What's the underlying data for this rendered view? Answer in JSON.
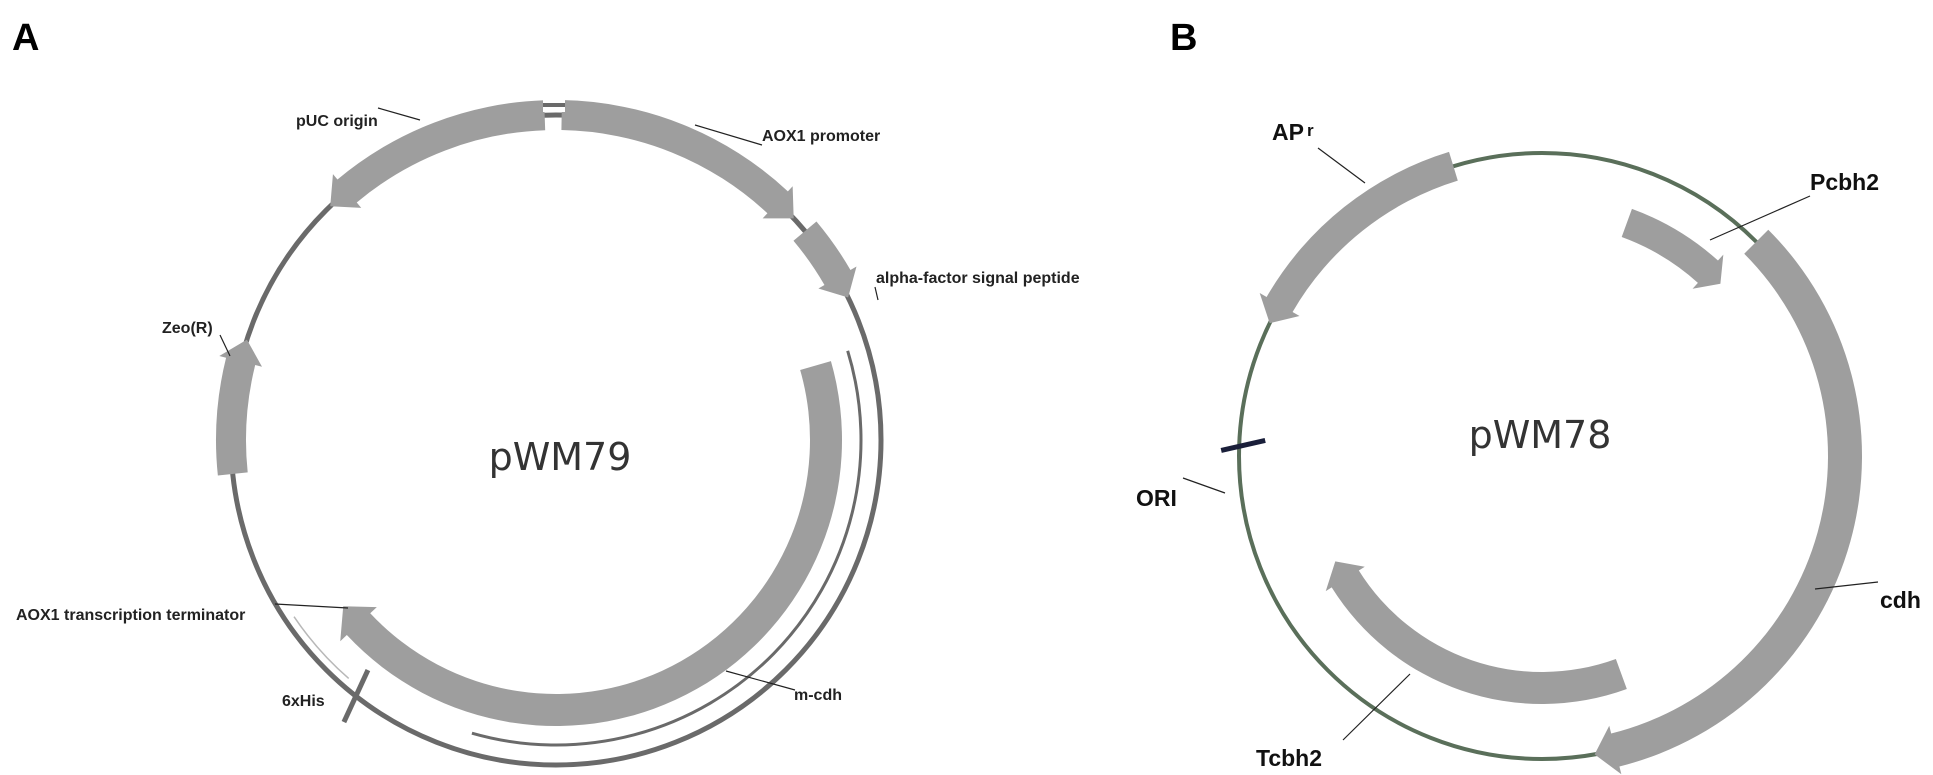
{
  "panels": [
    {
      "letter": "A",
      "plasmid_name": "pWM79",
      "features": [
        {
          "name": "pUC origin"
        },
        {
          "name": "AOX1 promoter"
        },
        {
          "name": "alpha-factor signal peptide"
        },
        {
          "name": "Zeo(R)"
        },
        {
          "name": "AOX1 transcription terminator"
        },
        {
          "name": "6xHis"
        },
        {
          "name": "m-cdh"
        }
      ]
    },
    {
      "letter": "B",
      "plasmid_name": "pWM78",
      "features": [
        {
          "name": "AP",
          "superscript": "r"
        },
        {
          "name": "Pcbh2"
        },
        {
          "name": "ORI"
        },
        {
          "name": "cdh"
        },
        {
          "name": "Tcbh2"
        }
      ]
    }
  ],
  "colors": {
    "feature_fill": "#9e9e9e",
    "backbone_a": "#6a6a6a",
    "backbone_b": "#5a6f5a",
    "ori_marker": "#1a1f3a",
    "thin_arc": "#b8b8b8"
  }
}
